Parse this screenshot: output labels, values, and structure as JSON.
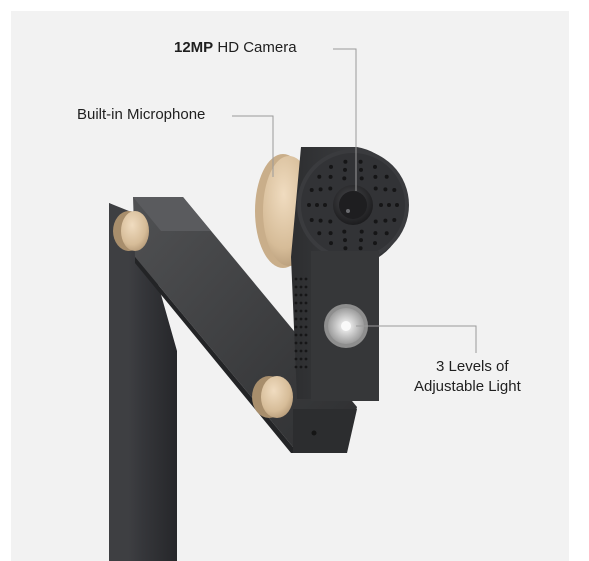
{
  "callouts": {
    "camera": {
      "strong": "12MP",
      "text": " HD Camera"
    },
    "microphone": {
      "text": "Built-in Microphone"
    },
    "light": {
      "line1": "3 Levels of",
      "line2": "Adjustable  Light"
    }
  },
  "icons": [
    "camera-lens-icon",
    "led-light-icon",
    "microphone-grille-icon"
  ],
  "colors": {
    "background": "#f2f2f2",
    "device": "#333435",
    "knob": "#d8c0a0",
    "label": "#1f1f1f"
  }
}
